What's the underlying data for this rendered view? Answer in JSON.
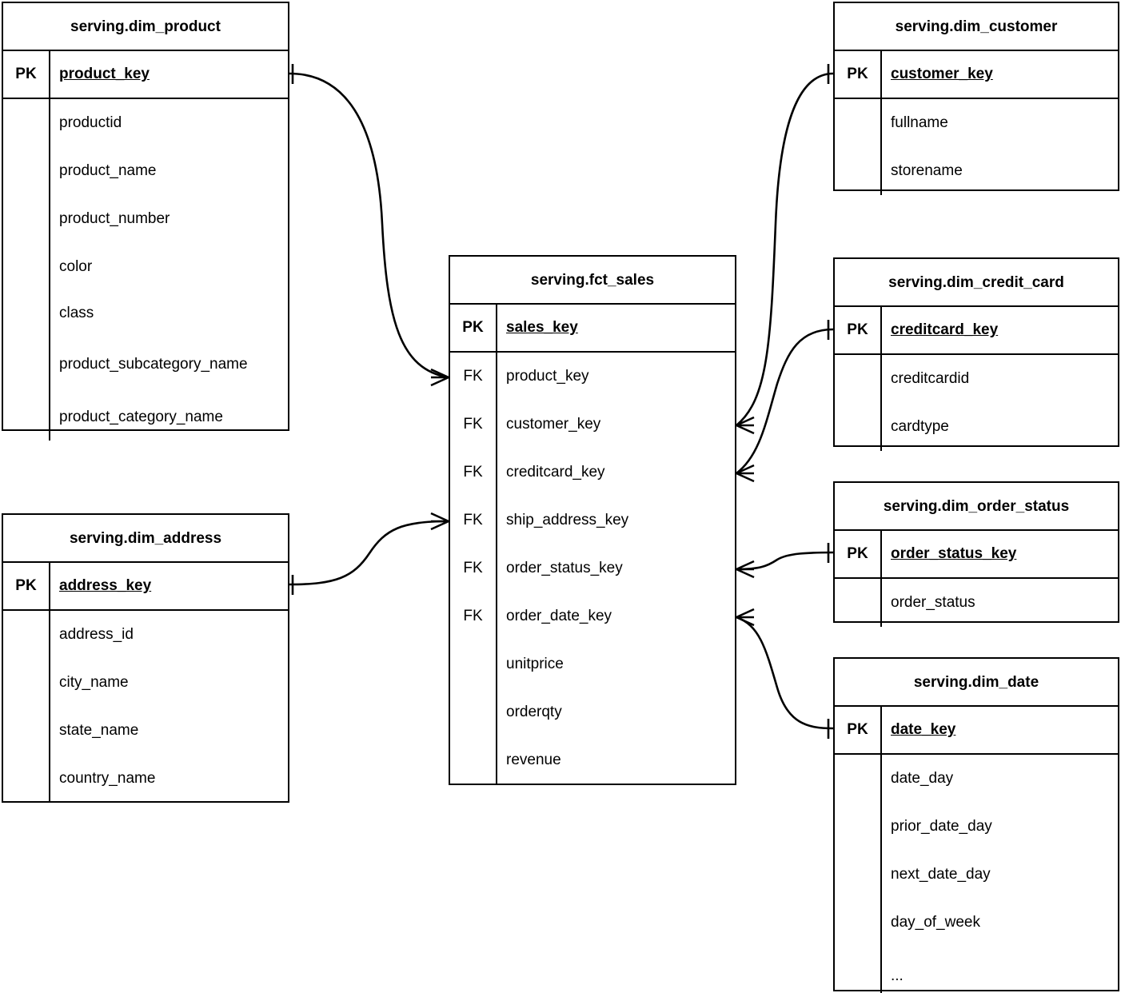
{
  "diagram": {
    "title": "Star schema ER diagram",
    "background": "#ffffff",
    "line_color": "#000000"
  },
  "entities": [
    {
      "id": "product",
      "name": "serving.dim_product",
      "pk": {
        "key_label": "PK",
        "name": "product_key"
      },
      "attributes": [
        {
          "key_label": "",
          "name": "productid"
        },
        {
          "key_label": "",
          "name": "product_name"
        },
        {
          "key_label": "",
          "name": "product_number"
        },
        {
          "key_label": "",
          "name": "color"
        },
        {
          "key_label": "",
          "name": "class"
        },
        {
          "key_label": "",
          "name": "product_subcategory_name"
        },
        {
          "key_label": "",
          "name": "product_category_name"
        }
      ]
    },
    {
      "id": "address",
      "name": "serving.dim_address",
      "pk": {
        "key_label": "PK",
        "name": "address_key"
      },
      "attributes": [
        {
          "key_label": "",
          "name": "address_id"
        },
        {
          "key_label": "",
          "name": "city_name"
        },
        {
          "key_label": "",
          "name": "state_name"
        },
        {
          "key_label": "",
          "name": "country_name"
        }
      ]
    },
    {
      "id": "fct_sales",
      "name": "serving.fct_sales",
      "pk": {
        "key_label": "PK",
        "name": "sales_key"
      },
      "attributes": [
        {
          "key_label": "FK",
          "name": "product_key"
        },
        {
          "key_label": "FK",
          "name": "customer_key"
        },
        {
          "key_label": "FK",
          "name": "creditcard_key"
        },
        {
          "key_label": "FK",
          "name": "ship_address_key"
        },
        {
          "key_label": "FK",
          "name": "order_status_key"
        },
        {
          "key_label": "FK",
          "name": "order_date_key"
        },
        {
          "key_label": "",
          "name": "unitprice"
        },
        {
          "key_label": "",
          "name": "orderqty"
        },
        {
          "key_label": "",
          "name": "revenue"
        }
      ]
    },
    {
      "id": "customer",
      "name": "serving.dim_customer",
      "pk": {
        "key_label": "PK",
        "name": "customer_key"
      },
      "attributes": [
        {
          "key_label": "",
          "name": "fullname"
        },
        {
          "key_label": "",
          "name": "storename"
        }
      ]
    },
    {
      "id": "credit_card",
      "name": "serving.dim_credit_card",
      "pk": {
        "key_label": "PK",
        "name": "creditcard_key"
      },
      "attributes": [
        {
          "key_label": "",
          "name": "creditcardid"
        },
        {
          "key_label": "",
          "name": "cardtype"
        }
      ]
    },
    {
      "id": "order_status",
      "name": "serving.dim_order_status",
      "pk": {
        "key_label": "PK",
        "name": "order_status_key"
      },
      "attributes": [
        {
          "key_label": "",
          "name": "order_status"
        }
      ]
    },
    {
      "id": "date",
      "name": "serving.dim_date",
      "pk": {
        "key_label": "PK",
        "name": "date_key"
      },
      "attributes": [
        {
          "key_label": "",
          "name": "date_day"
        },
        {
          "key_label": "",
          "name": "prior_date_day"
        },
        {
          "key_label": "",
          "name": "next_date_day"
        },
        {
          "key_label": "",
          "name": "day_of_week"
        },
        {
          "key_label": "",
          "name": "..."
        }
      ]
    }
  ],
  "relationships": [
    {
      "id": "product-to-sales",
      "from_entity": "serving.dim_product",
      "from_field": "product_key",
      "to_entity": "serving.fct_sales",
      "to_field": "product_key",
      "from_cardinality": "one",
      "to_cardinality": "many"
    },
    {
      "id": "address-to-sales",
      "from_entity": "serving.dim_address",
      "from_field": "address_key",
      "to_entity": "serving.fct_sales",
      "to_field": "ship_address_key",
      "from_cardinality": "one",
      "to_cardinality": "many"
    },
    {
      "id": "customer-to-sales",
      "from_entity": "serving.dim_customer",
      "from_field": "customer_key",
      "to_entity": "serving.fct_sales",
      "to_field": "customer_key",
      "from_cardinality": "one",
      "to_cardinality": "many"
    },
    {
      "id": "creditcard-to-sales",
      "from_entity": "serving.dim_credit_card",
      "from_field": "creditcard_key",
      "to_entity": "serving.fct_sales",
      "to_field": "creditcard_key",
      "from_cardinality": "one",
      "to_cardinality": "many"
    },
    {
      "id": "orderstatus-to-sales",
      "from_entity": "serving.dim_order_status",
      "from_field": "order_status_key",
      "to_entity": "serving.fct_sales",
      "to_field": "order_status_key",
      "from_cardinality": "one",
      "to_cardinality": "many"
    },
    {
      "id": "date-to-sales",
      "from_entity": "serving.dim_date",
      "from_field": "date_key",
      "to_entity": "serving.fct_sales",
      "to_field": "order_date_key",
      "from_cardinality": "one",
      "to_cardinality": "many"
    }
  ]
}
